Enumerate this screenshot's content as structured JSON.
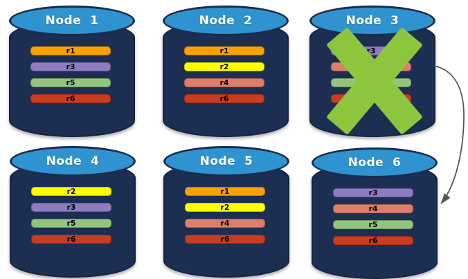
{
  "palette": {
    "cylinder_body": "#1C2E51",
    "cylinder_border": "#142440",
    "cylinder_top": "#2E93CF",
    "title_text": "#FFFFFF",
    "orange": "#F9A100",
    "yellow": "#FFFF00",
    "purple": "#8E7CC3",
    "green": "#93C47D",
    "salmon": "#DD7E6B",
    "red": "#C83C22",
    "x_mark": "#8CC63F",
    "arrow": "#555555"
  },
  "nodes": [
    {
      "title": "Node  1",
      "replicas": [
        {
          "label": "r1",
          "color": "orange"
        },
        {
          "label": "r3",
          "color": "purple"
        },
        {
          "label": "r5",
          "color": "green"
        },
        {
          "label": "r6",
          "color": "red"
        }
      ]
    },
    {
      "title": "Node  2",
      "replicas": [
        {
          "label": "r1",
          "color": "orange"
        },
        {
          "label": "r2",
          "color": "yellow"
        },
        {
          "label": "r4",
          "color": "salmon"
        },
        {
          "label": "r6",
          "color": "red"
        }
      ]
    },
    {
      "title": "Node  3",
      "failed": true,
      "replicas": [
        {
          "label": "r3",
          "color": "purple"
        },
        {
          "label": "r4",
          "color": "salmon"
        },
        {
          "label": "r5",
          "color": "green"
        },
        {
          "label": "r6",
          "color": "red"
        }
      ]
    },
    {
      "title": "Node  4",
      "replicas": [
        {
          "label": "r2",
          "color": "yellow"
        },
        {
          "label": "r3",
          "color": "purple"
        },
        {
          "label": "r5",
          "color": "green"
        },
        {
          "label": "r6",
          "color": "red"
        }
      ]
    },
    {
      "title": "Node  5",
      "replicas": [
        {
          "label": "r1",
          "color": "orange"
        },
        {
          "label": "r2",
          "color": "yellow"
        },
        {
          "label": "r4",
          "color": "salmon"
        },
        {
          "label": "r6",
          "color": "red"
        }
      ]
    },
    {
      "title": "Node  6",
      "replicas": [
        {
          "label": "r3",
          "color": "purple"
        },
        {
          "label": "r4",
          "color": "salmon"
        },
        {
          "label": "r5",
          "color": "green"
        },
        {
          "label": "r6",
          "color": "red"
        }
      ]
    }
  ],
  "arrow": {
    "from": "Node 3",
    "to": "Node 6"
  }
}
